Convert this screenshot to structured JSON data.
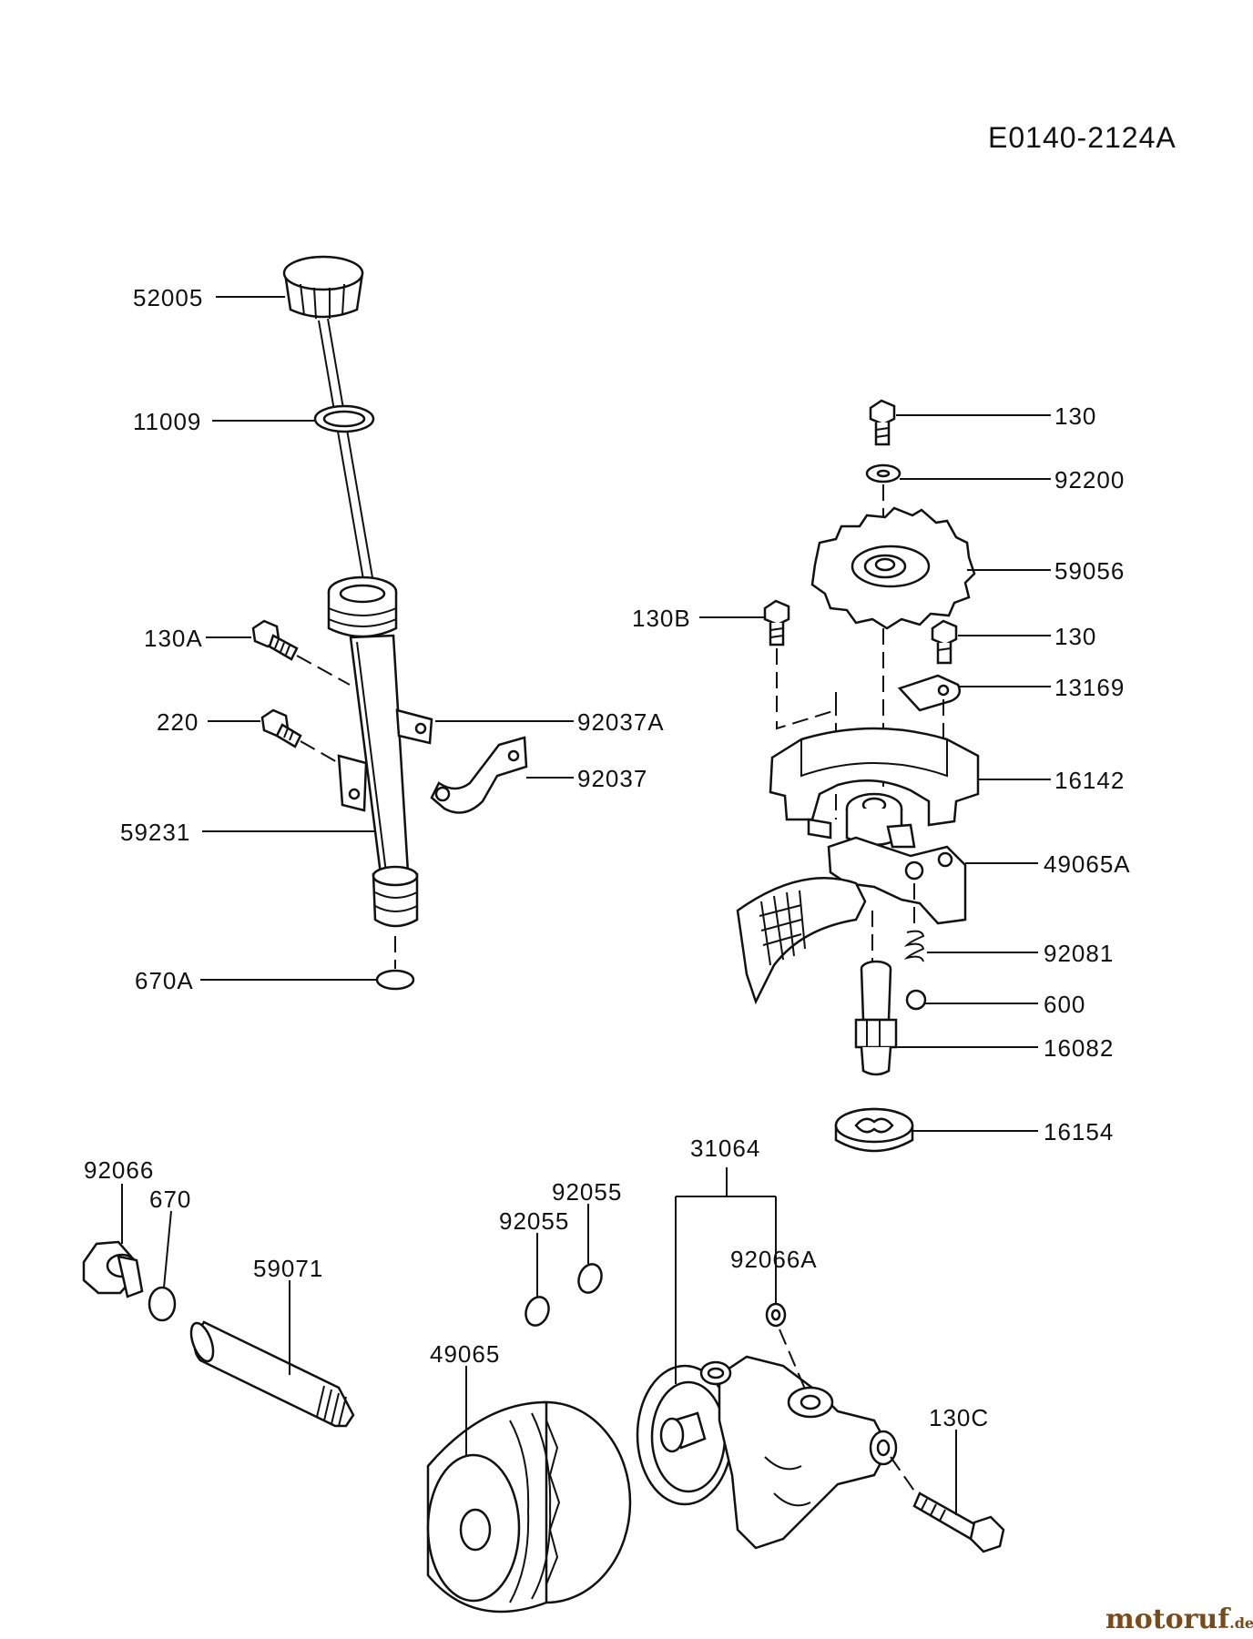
{
  "drawing_code": "E0140-2124A",
  "watermark": {
    "main": "motoruf",
    "suffix": ".de"
  },
  "part_numbers": {
    "p52005": "52005",
    "p11009": "11009",
    "p130a": "130A",
    "p220": "220",
    "p92037a": "92037A",
    "p92037": "92037",
    "p59231": "59231",
    "p670a": "670A",
    "p130_top": "130",
    "p92200": "92200",
    "p59056": "59056",
    "p130b": "130B",
    "p130_mid": "130",
    "p13169": "13169",
    "p16142": "16142",
    "p49065a": "49065A",
    "p92081": "92081",
    "p600": "600",
    "p16082": "16082",
    "p16154": "16154",
    "p92066": "92066",
    "p670": "670",
    "p59071": "59071",
    "p92055_top": "92055",
    "p92055_low": "92055",
    "p31064": "31064",
    "p92066a": "92066A",
    "p49065": "49065",
    "p130c": "130C"
  }
}
